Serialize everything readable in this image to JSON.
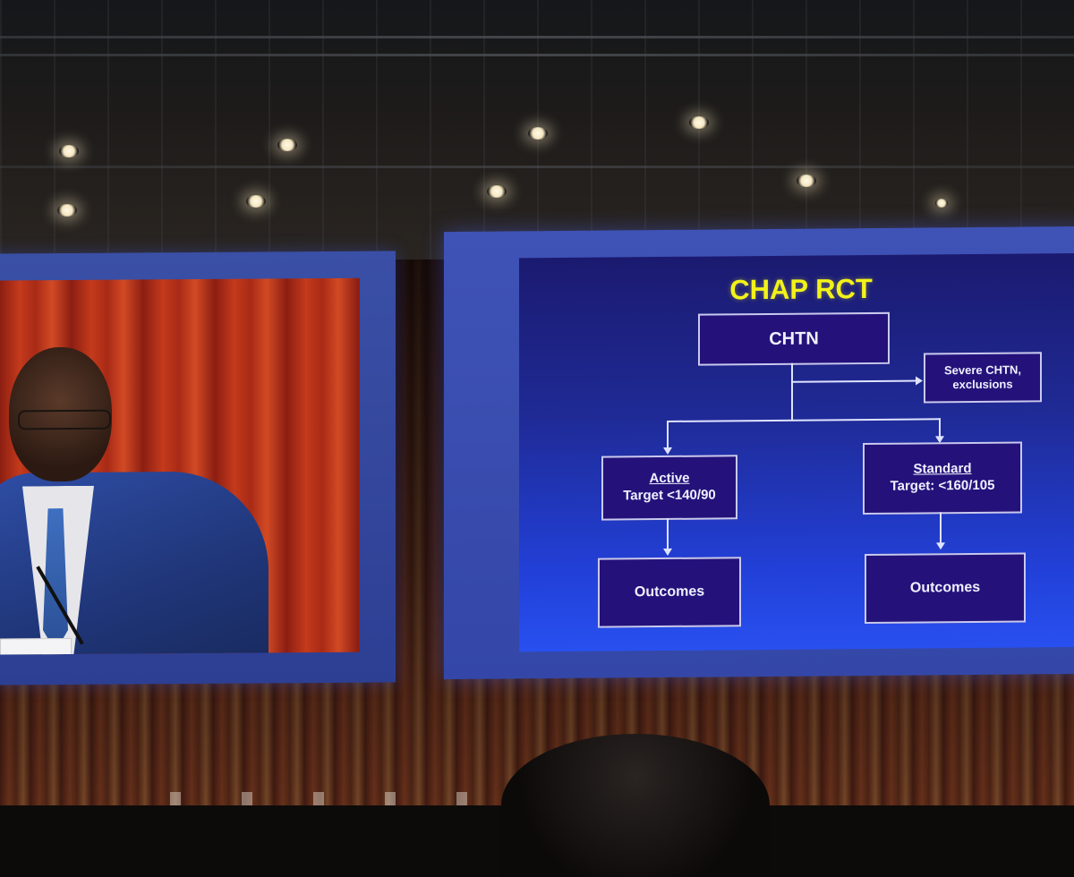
{
  "slide": {
    "title": "CHAP RCT",
    "top_box": "CHTN",
    "exclusion_box": {
      "line1": "Severe CHTN,",
      "line2": "exclusions"
    },
    "active_box": {
      "label": "Active",
      "target": "Target <140/90"
    },
    "standard_box": {
      "label": "Standard",
      "target": "Target: <160/105"
    },
    "outcomes_left": "Outcomes",
    "outcomes_right": "Outcomes",
    "colors": {
      "title": "#f2f21a",
      "box_fill": "#24127a",
      "background": "#1f2a95"
    }
  },
  "scene": {
    "icons": [
      "ceiling-spotlight-icon",
      "microphone-icon"
    ]
  }
}
